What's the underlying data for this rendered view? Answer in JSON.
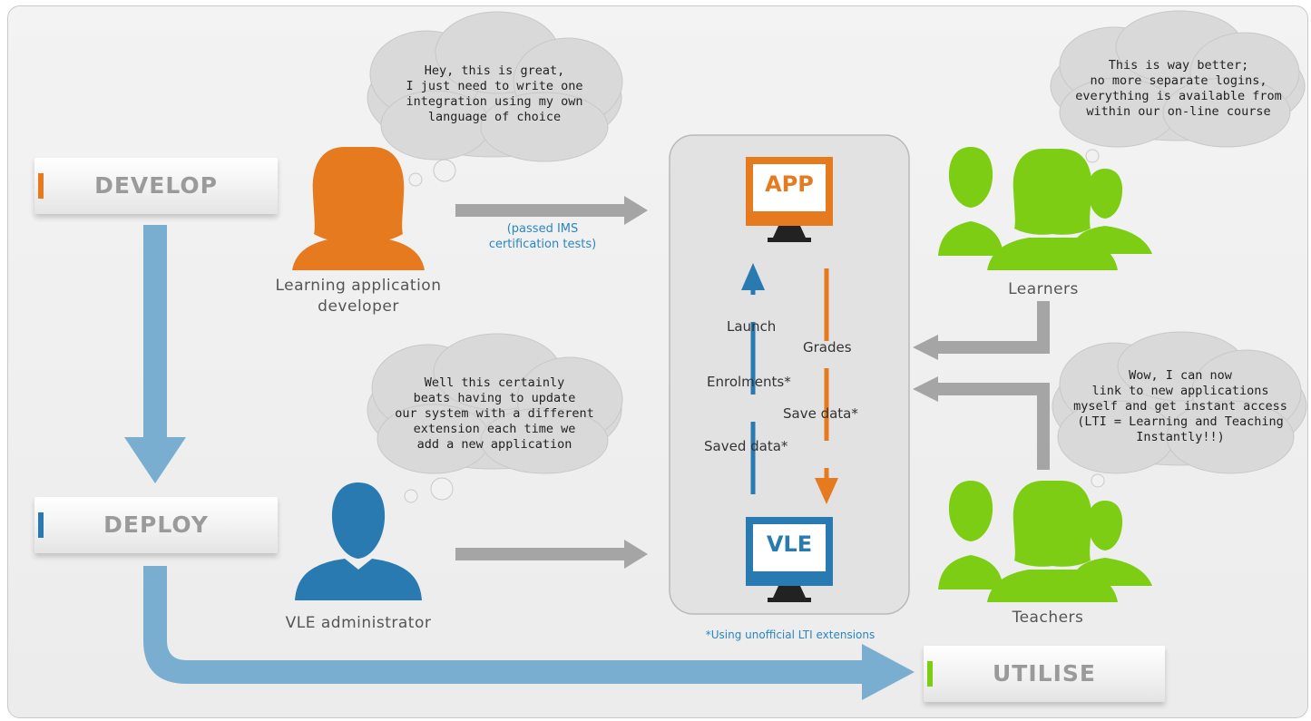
{
  "stages": {
    "develop": "DEVELOP",
    "deploy": "DEPLOY",
    "utilise": "UTILISE"
  },
  "bubbles": {
    "developer": "Hey, this is great,\nI just need to write one\nintegration using my own\nlanguage of choice",
    "admin": "Well this certainly\nbeats having to update\nour system with a different\nextension each time we\nadd a new application",
    "learners": "This is way better;\nno more separate logins,\neverything is available from\nwithin our on-line course",
    "teachers": "Wow, I can now\nlink to new applications\nmyself and get instant access\n(LTI = Learning and Teaching\nInstantly!!)"
  },
  "people": {
    "developer": "Learning application\ndeveloper",
    "admin": "VLE administrator",
    "learners": "Learners",
    "teachers": "Teachers"
  },
  "note_certification": "(passed IMS\ncertification tests)",
  "systems": {
    "app": "APP",
    "vle": "VLE"
  },
  "flows": {
    "launch": "Launch",
    "enrolments": "Enrolments*",
    "saved_data": "Saved data*",
    "grades": "Grades",
    "save_data": "Save data*"
  },
  "footnote": "*Using unofficial LTI extensions",
  "colors": {
    "develop_orange": "#e57a1f",
    "deploy_blue": "#2a7ab2",
    "utilise_green": "#7ccd14",
    "flow_arrow_blue": "#7aaed0",
    "grey_arrow": "#a5a5a5",
    "note_blue": "#2a86c2"
  },
  "icons": [
    "female-person-icon",
    "male-person-icon",
    "group-icon",
    "monitor-icon",
    "thought-bubble-icon",
    "arrow-icon"
  ]
}
